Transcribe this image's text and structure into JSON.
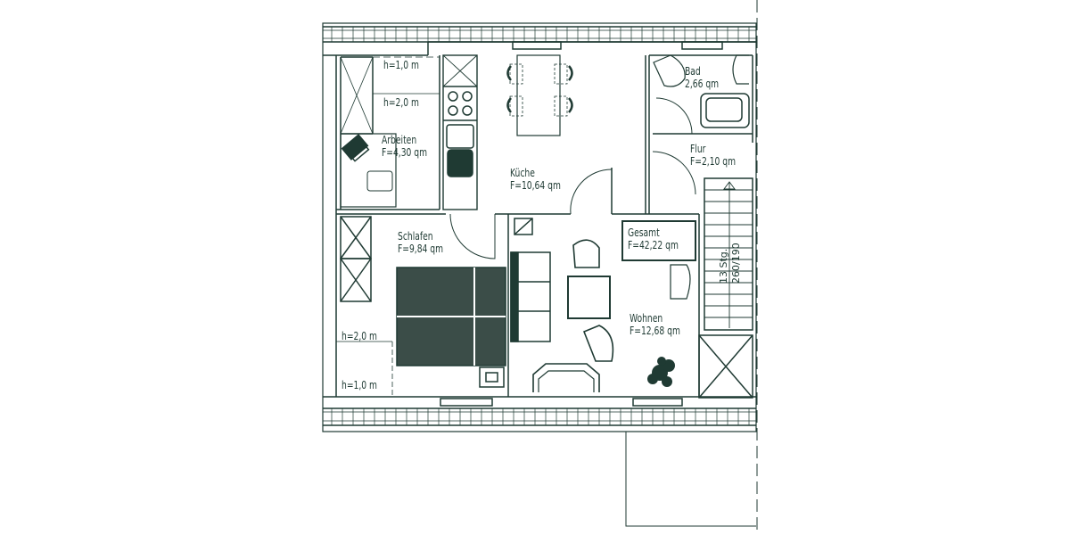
{
  "plan": {
    "colors": {
      "line": "#1f3a33",
      "fill_dark": "#1f3a33",
      "background": "#ffffff"
    },
    "rooms": [
      {
        "name": "Arbeiten",
        "area": "F=4,30 qm"
      },
      {
        "name": "Küche",
        "area": "F=10,64 qm"
      },
      {
        "name": "Bad",
        "area": "2,66 qm"
      },
      {
        "name": "Flur",
        "area": "F=2,10 qm"
      },
      {
        "name": "Schlafen",
        "area": "F=9,84 qm"
      },
      {
        "name": "Wohnen",
        "area": "F=12,68 qm"
      }
    ],
    "total": {
      "label": "Gesamt",
      "area": "F=42,22 qm"
    },
    "heights": {
      "top_h1": "h=1,0 m",
      "top_h2": "h=2,0 m",
      "bottom_h2": "h=2,0 m",
      "bottom_h1": "h=1,0 m"
    },
    "stairs": {
      "steps": "13 Stg.",
      "dims": "260/190"
    }
  }
}
